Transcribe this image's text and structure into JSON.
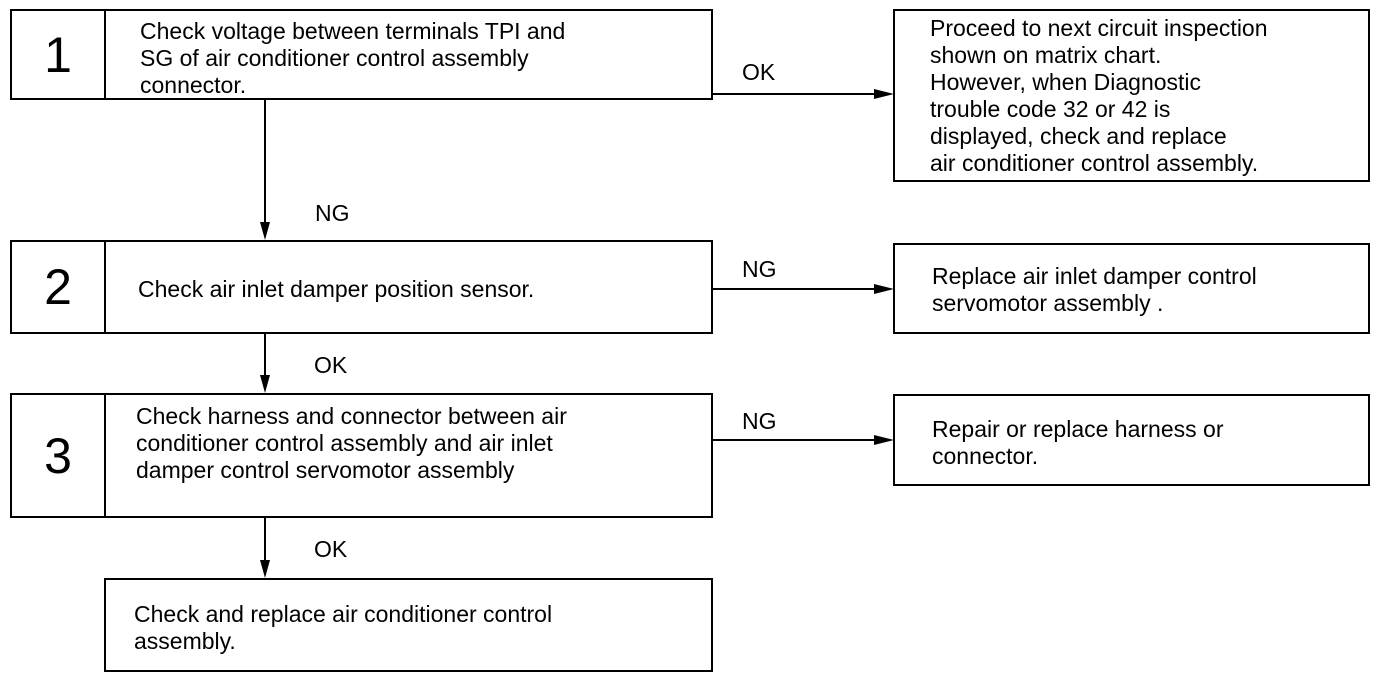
{
  "steps": [
    {
      "number": "1",
      "text": "Check voltage between terminals TPI and\nSG of air conditioner control assembly\nconnector."
    },
    {
      "number": "2",
      "text": "Check air inlet damper position sensor."
    },
    {
      "number": "3",
      "text": "Check harness and connector between air\nconditioner control assembly and air inlet\ndamper control servomotor assembly"
    }
  ],
  "results": [
    {
      "text": "Proceed to next circuit inspection\nshown on matrix chart.\nHowever, when Diagnostic\ntrouble code 32 or 42  is\ndisplayed, check and replace\nair conditioner control assembly."
    },
    {
      "text": "Replace air inlet damper control\nservomotor assembly ."
    },
    {
      "text": "Repair or replace harness or\nconnector."
    },
    {
      "text": "Check and replace air conditioner control\nassembly."
    }
  ],
  "edge_labels": {
    "step1_ok": "OK",
    "step1_ng": "NG",
    "step2_ng": "NG",
    "step2_ok": "OK",
    "step3_ng": "NG",
    "step3_ok": "OK"
  }
}
